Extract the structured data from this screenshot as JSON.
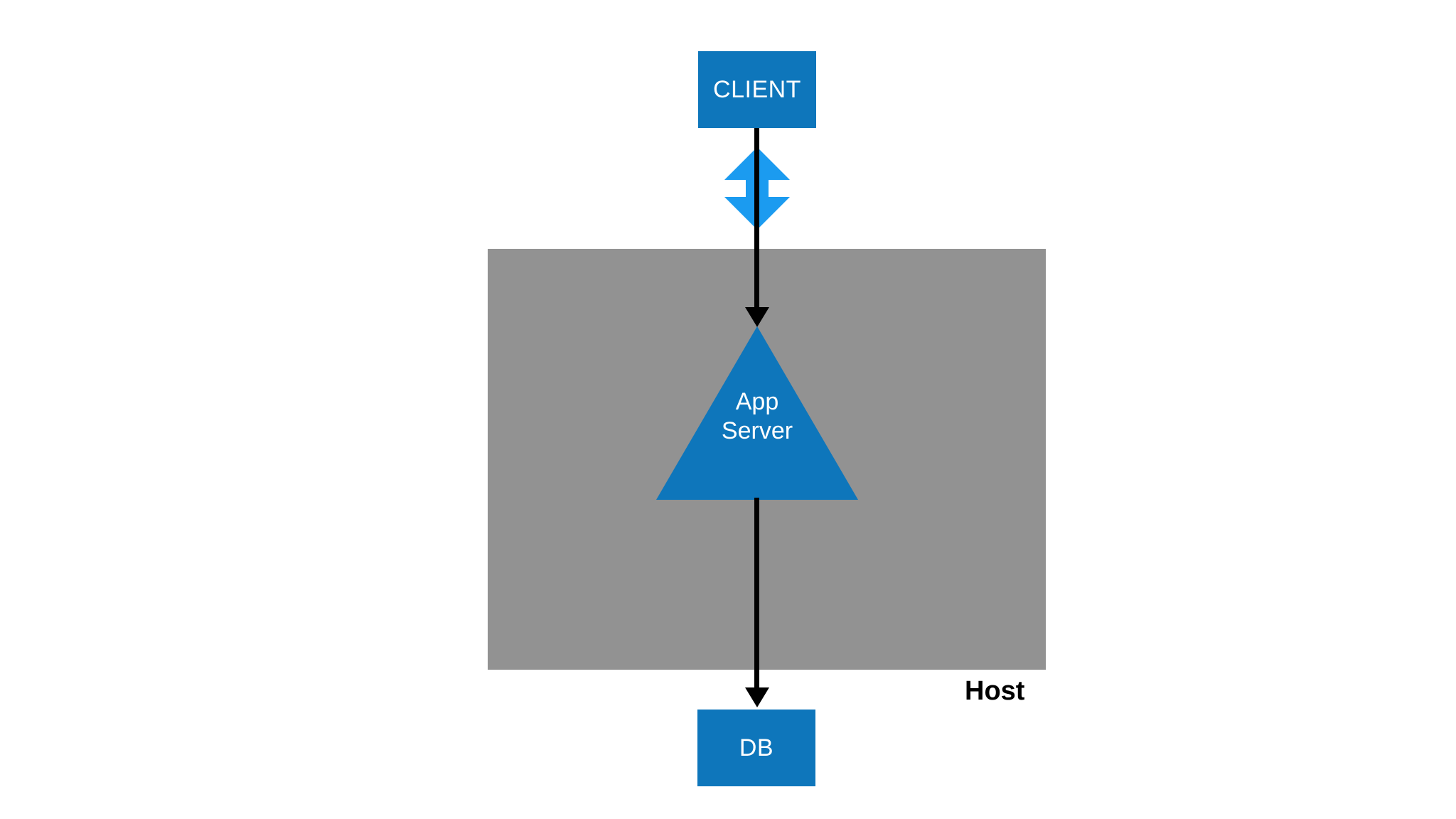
{
  "diagram": {
    "type": "architecture-diagram",
    "nodes": {
      "client": {
        "label": "CLIENT",
        "shape": "rectangle"
      },
      "app_server": {
        "label": "App Server",
        "shape": "triangle"
      },
      "db": {
        "label": "DB",
        "shape": "rectangle"
      },
      "host": {
        "label": "Host",
        "shape": "container"
      }
    },
    "connectors": [
      {
        "from": "client",
        "to": "app_server",
        "arrow": "down"
      },
      {
        "from": "app_server",
        "to": "db",
        "arrow": "down"
      }
    ],
    "icons": [
      {
        "name": "bidirectional-arrows-icon"
      }
    ],
    "colors": {
      "node_blue": "#0E76BB",
      "icon_blue": "#1B9BF0",
      "host_gray": "#929292",
      "connector_black": "#000000",
      "label_white": "#FFFFFF",
      "host_text": "#000000",
      "background": "#FFFFFF"
    }
  }
}
